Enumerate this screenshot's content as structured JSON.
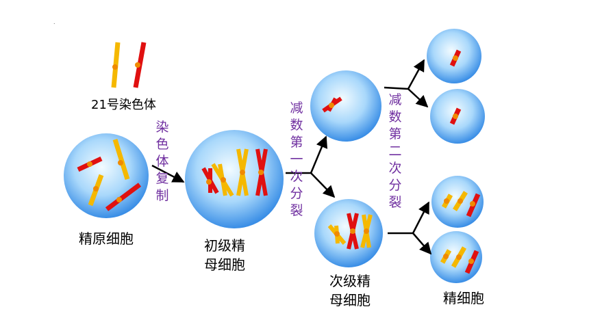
{
  "labels": {
    "chromosome_21": "21号染色体",
    "spermatogonium": "精原细胞",
    "primary_l1": "初级精",
    "primary_l2": "母细胞",
    "secondary_l1": "次级精",
    "secondary_l2": "母细胞",
    "sperm_cell": "精细胞"
  },
  "steps": {
    "replication": "染色体复制",
    "meiosis_1": "减数第一次分裂",
    "meiosis_2": "减数第二次分裂"
  },
  "mark": ".",
  "colors": {
    "yellow": "#f5b800",
    "red": "#e01010",
    "centromere": "#f08a00",
    "cell_center": "#e8f6ff",
    "cell_edge": "#3a8ee6",
    "arrow": "#000000",
    "step_text": "#7030a0"
  }
}
